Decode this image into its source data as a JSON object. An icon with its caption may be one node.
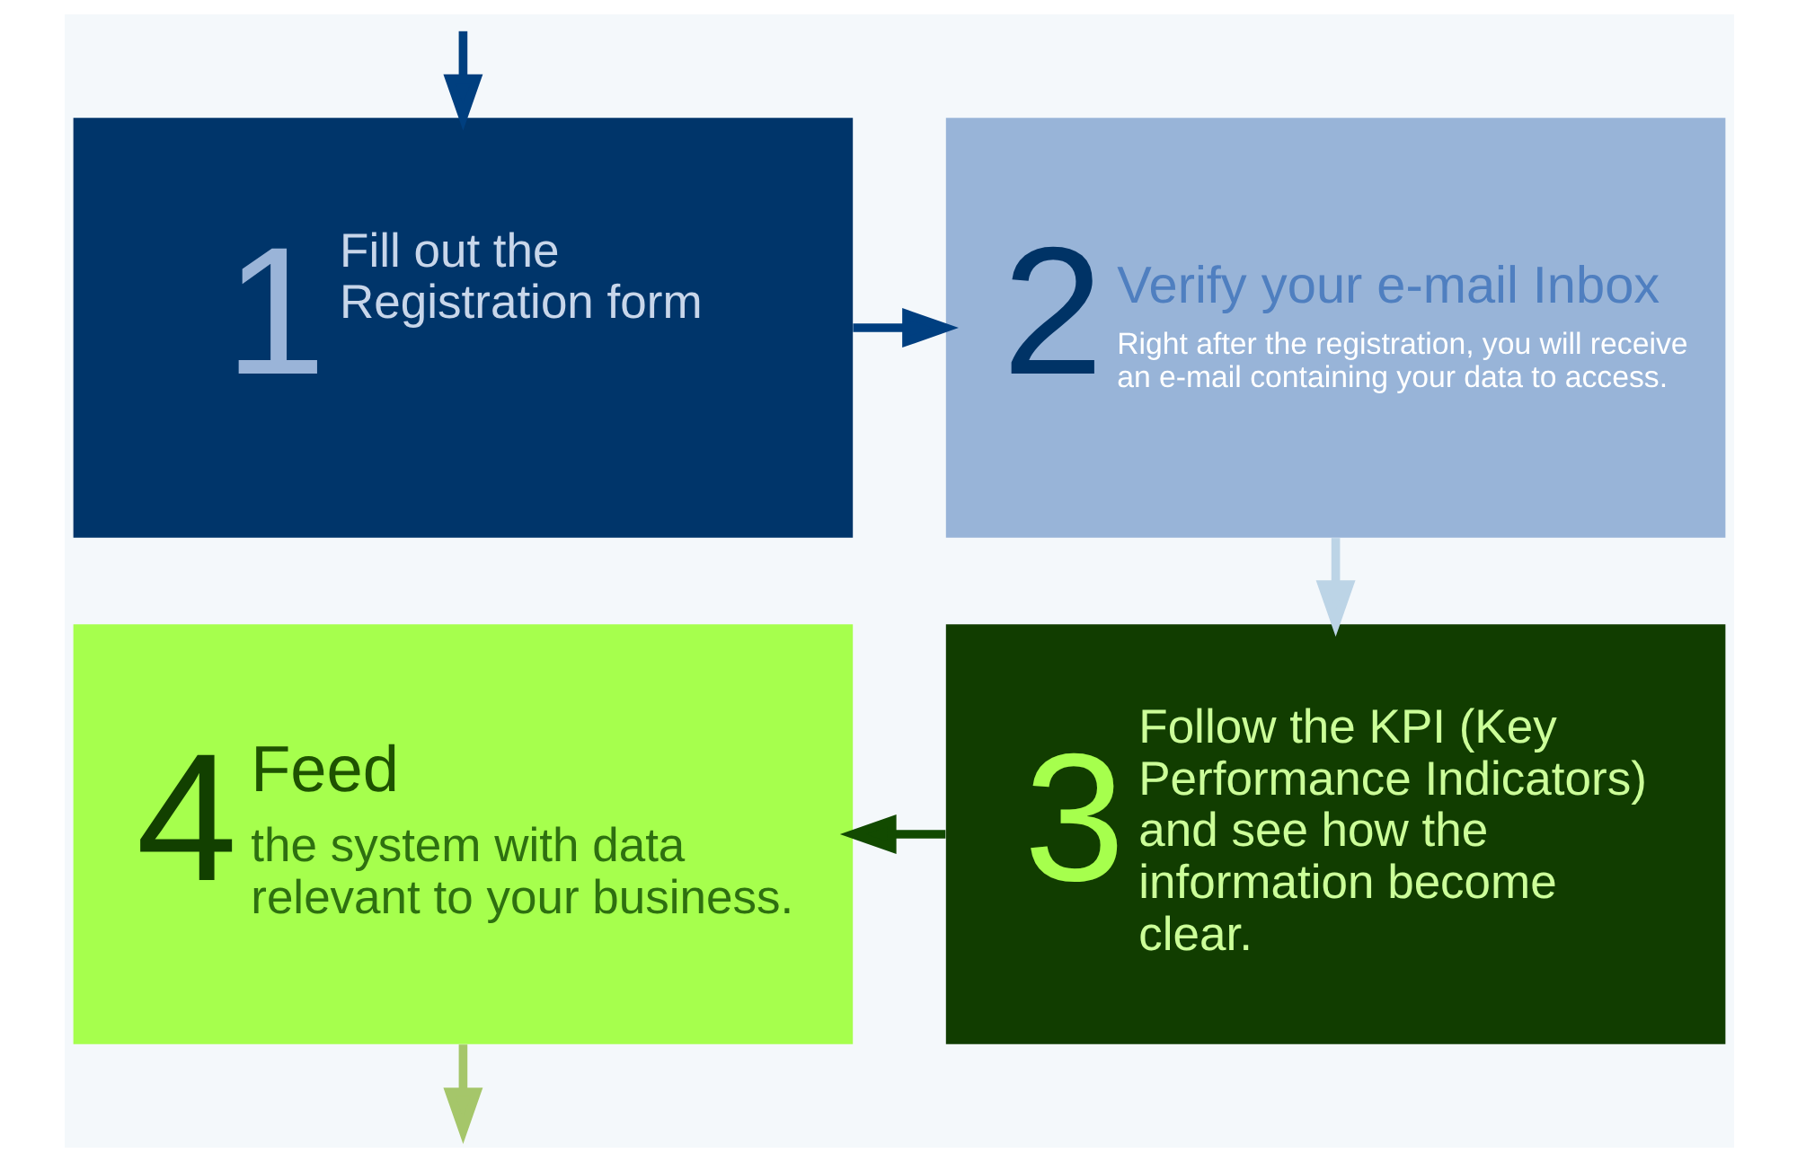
{
  "diagram": {
    "nodes": [
      {
        "text": [
          "1",
          "Fill out the Registration form"
        ]
      },
      {
        "text": [
          "2",
          "Verify your e-mail Inbox",
          "Right after the registration, you will receive an e-mail containing your data to access."
        ]
      },
      {
        "text": [
          "3",
          "Follow the KPI (Key Performance Indicators) and see how the information become clear."
        ]
      },
      {
        "text": [
          "4",
          "Feed",
          "the system with data relevant to your business."
        ]
      }
    ],
    "edges": [
      {
        "from": null,
        "to": 0,
        "arrow": "to",
        "color": "#003f7f"
      },
      {
        "from": 0,
        "to": 1,
        "arrow": "to",
        "color": "#003f80"
      },
      {
        "from": 1,
        "to": 2,
        "arrow": "to",
        "color": "#bcd4e6"
      },
      {
        "from": 2,
        "to": 3,
        "arrow": "to",
        "color": "#124a00"
      },
      {
        "from": 3,
        "to": null,
        "arrow": "to",
        "color": "#a5c66a"
      }
    ]
  }
}
